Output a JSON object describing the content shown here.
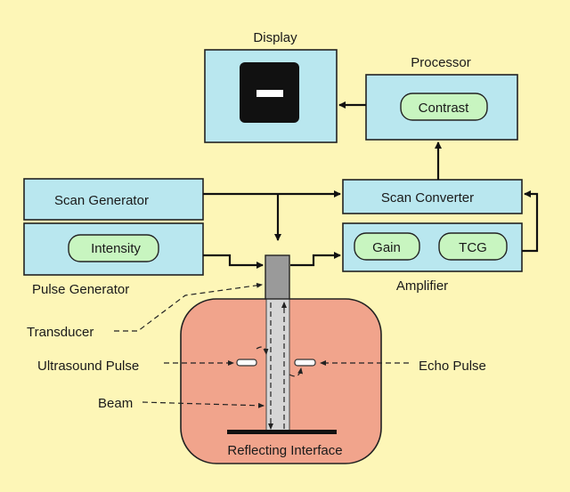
{
  "labels": {
    "display": "Display",
    "processor": "Processor",
    "contrast": "Contrast",
    "scan_generator": "Scan Generator",
    "scan_converter": "Scan Converter",
    "intensity": "Intensity",
    "pulse_generator": "Pulse Generator",
    "gain": "Gain",
    "tcg": "TCG",
    "amplifier": "Amplifier",
    "transducer": "Transducer",
    "ultrasound_pulse": "Ultrasound Pulse",
    "echo_pulse": "Echo Pulse",
    "beam": "Beam",
    "reflecting_interface": "Reflecting Interface"
  },
  "colors": {
    "background": "#fdf6b7",
    "box_fill": "#b9e7ef",
    "pill_fill": "#c8f5c0",
    "tissue_fill": "#f1a48c",
    "transducer_fill": "#9a9a9a",
    "beam_fill": "#d6d6d6",
    "screen_fill": "#111111"
  }
}
